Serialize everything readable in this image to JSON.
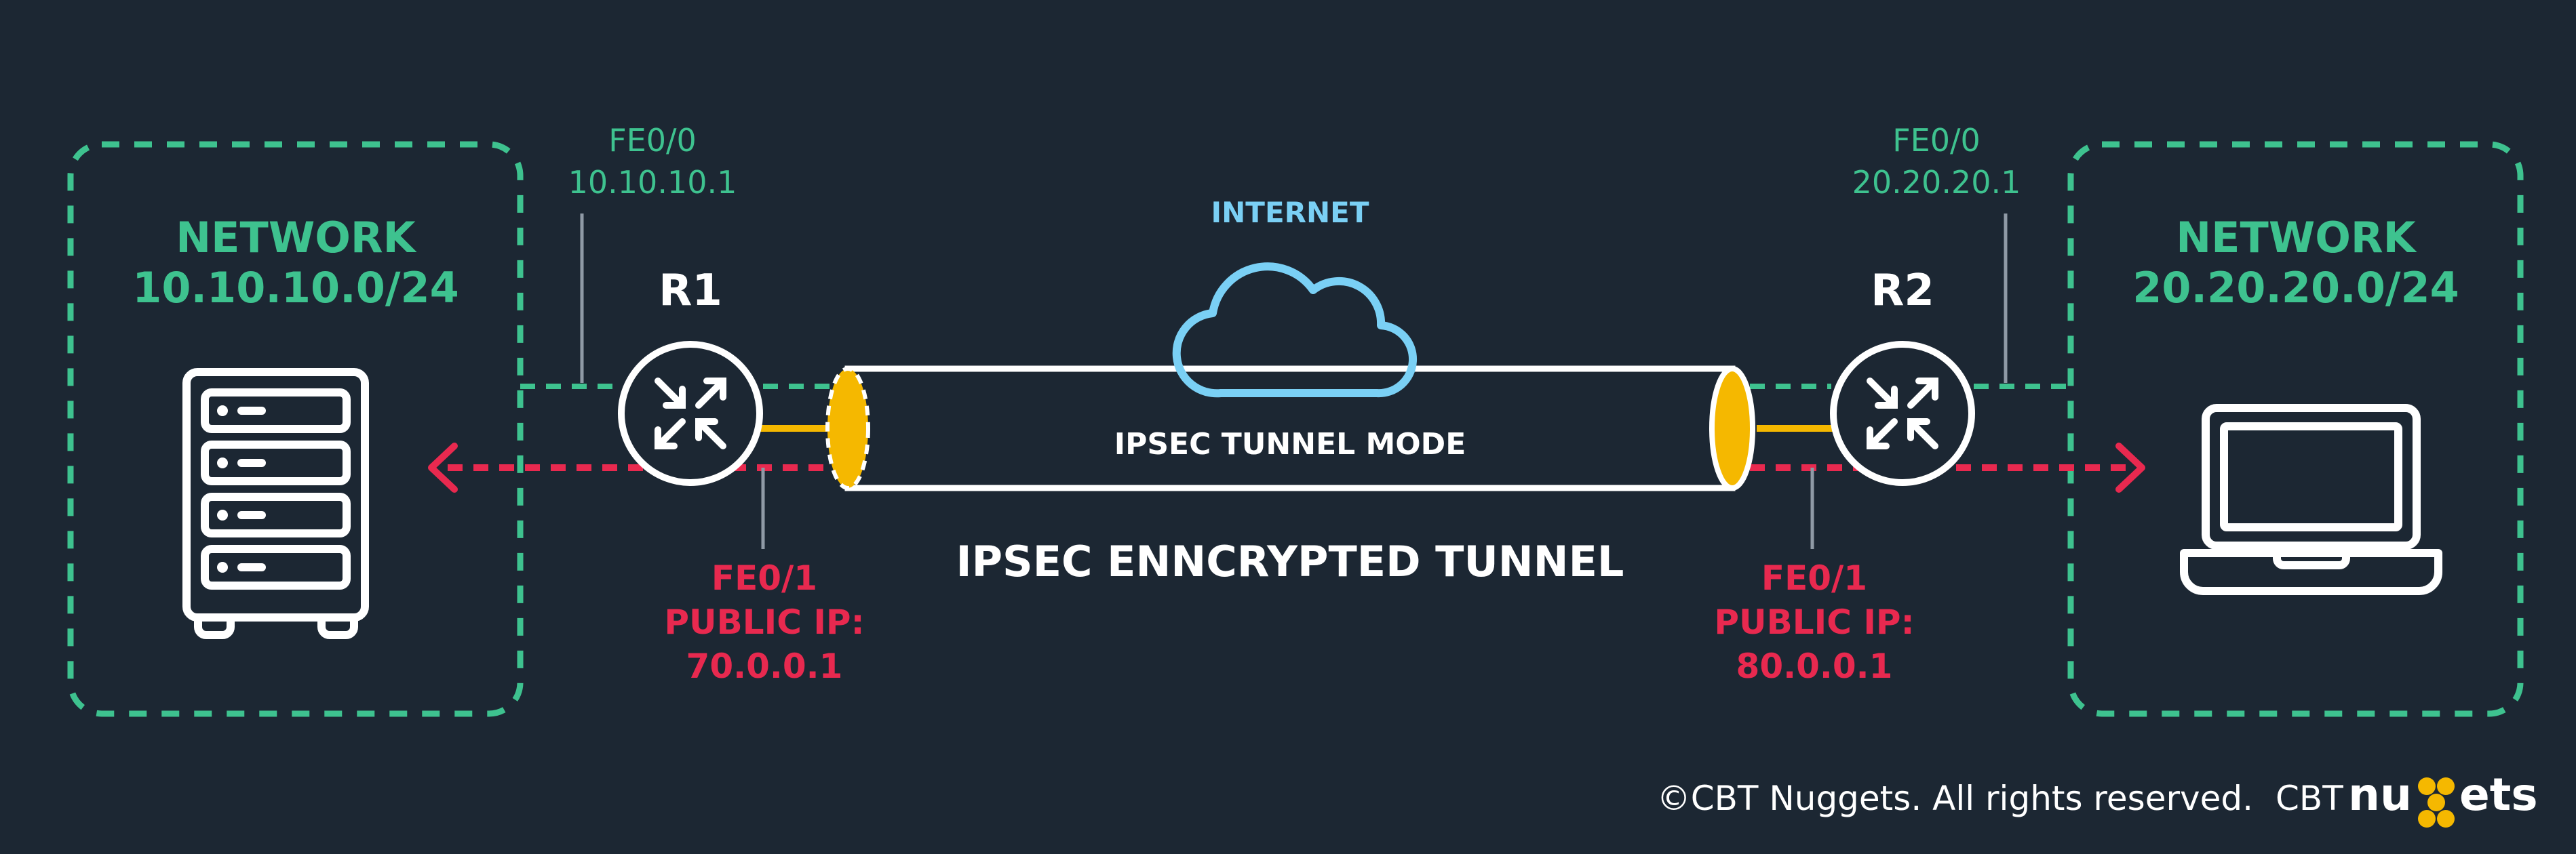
{
  "left_network": {
    "title": "NETWORK",
    "subnet": "10.10.10.0/24",
    "device_icon": "server-rack-icon"
  },
  "right_network": {
    "title": "NETWORK",
    "subnet": "20.20.20.0/24",
    "device_icon": "laptop-icon"
  },
  "r1": {
    "name": "R1",
    "inside_if": "FE0/0",
    "inside_ip": "10.10.10.1",
    "outside_if": "FE0/1",
    "outside_label": "PUBLIC IP:",
    "outside_ip": "70.0.0.1",
    "icon": "router-icon"
  },
  "r2": {
    "name": "R2",
    "inside_if": "FE0/0",
    "inside_ip": "20.20.20.1",
    "outside_if": "FE0/1",
    "outside_label": "PUBLIC IP:",
    "outside_ip": "80.0.0.1",
    "icon": "router-icon"
  },
  "internet": {
    "label": "INTERNET",
    "icon": "cloud-icon"
  },
  "tunnel": {
    "mode_label": "IPSEC TUNNEL MODE",
    "caption": "IPSEC ENNCRYPTED TUNNEL"
  },
  "footer": {
    "copyright": "©CBT Nuggets. All rights reserved.",
    "brand_prefix": "CBT",
    "brand_a": "nu",
    "brand_b": "ets",
    "logo_icon": "cbt-nuggets-logo"
  },
  "colors": {
    "background": "#1c2733",
    "network_green": "#3ec28f",
    "public_red": "#e8294f",
    "internet_blue": "#7ad0f5",
    "tunnel_yellow": "#f5b800"
  }
}
